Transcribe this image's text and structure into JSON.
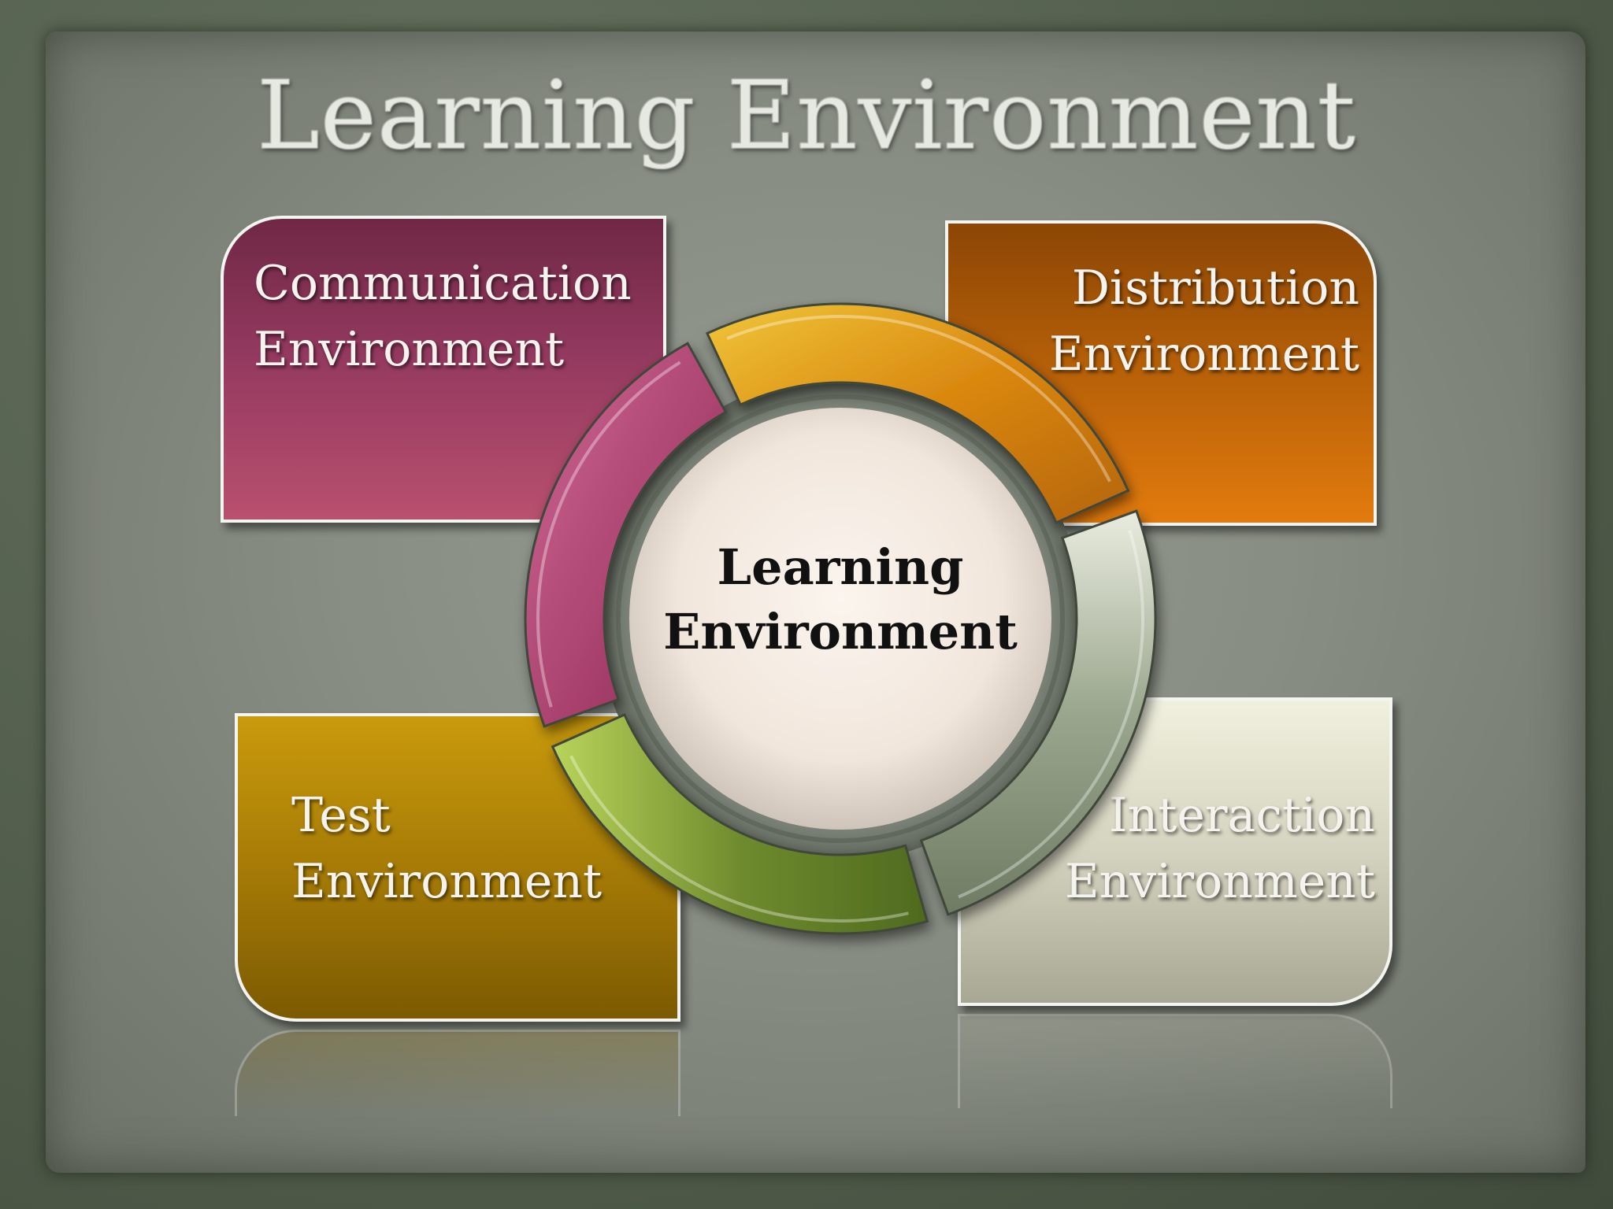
{
  "slide": {
    "title": "Learning Environment"
  },
  "hub": {
    "line1": "Learning",
    "line2": "Environment"
  },
  "boxes": {
    "communication": {
      "line1": "Communication",
      "line2": "Environment"
    },
    "distribution": {
      "line1": "Distribution",
      "line2": "Environment"
    },
    "test": {
      "line1": "Test",
      "line2": "Environment"
    },
    "interaction": {
      "line1": "Interaction",
      "line2": "Environment"
    }
  },
  "colors": {
    "communication": "#9b3d63",
    "distribution": "#c8680a",
    "test": "#a67b06",
    "interaction": "#e6e5d2",
    "ring_magenta": "#b04d78",
    "ring_orange": "#d87e10",
    "ring_green": "#6e8a30",
    "ring_gray": "#8f9c82",
    "hub": "#f4ebe3"
  }
}
